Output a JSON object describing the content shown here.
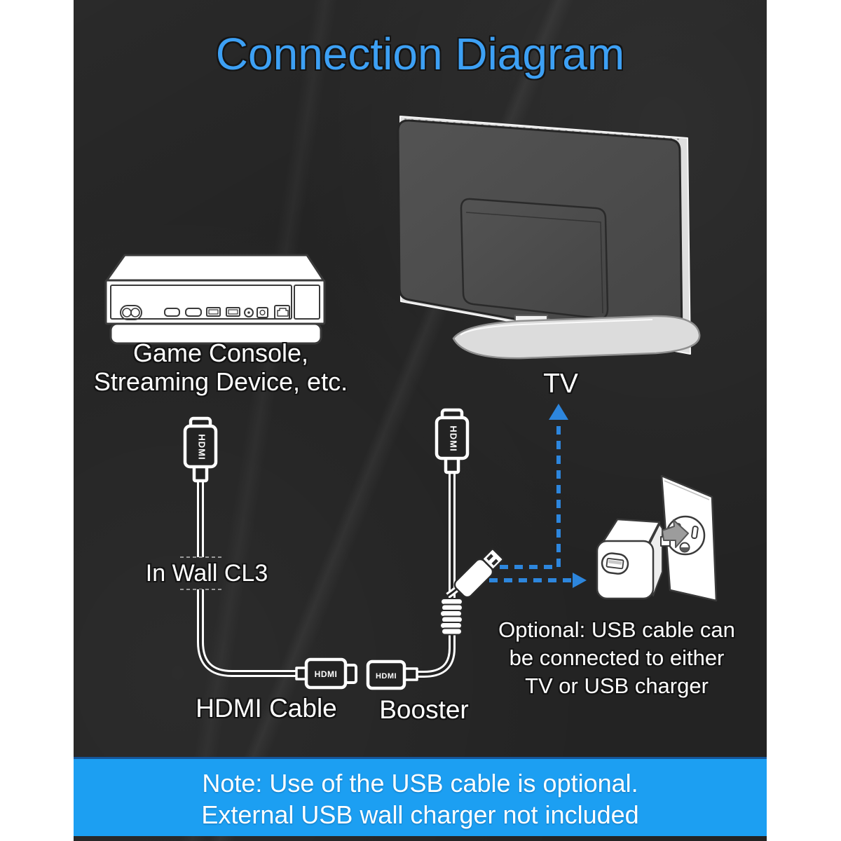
{
  "title": "Connection Diagram",
  "labels": {
    "console_line1": "Game Console,",
    "console_line2": "Streaming Device, etc.",
    "tv": "TV",
    "in_wall": "In Wall CL3",
    "hdmi_cable": "HDMI Cable",
    "booster": "Booster",
    "optional_line1": "Optional: USB cable can",
    "optional_line2": "be connected to either",
    "optional_line3": "TV or USB charger"
  },
  "connector_labels": {
    "left_cable_plug": "HDMI",
    "center_cable_plug": "HDMI",
    "male_end": "HDMI",
    "booster_body": "HDMI"
  },
  "banner": {
    "line1": "Note: Use of the USB cable is optional.",
    "line2": "External USB wall charger not included"
  },
  "colors": {
    "title_blue": "#3da0f4",
    "banner_blue": "#1c9ff2",
    "arrow_blue": "#2d86dd",
    "background_dark": "#232323",
    "page_white": "#ffffff"
  }
}
